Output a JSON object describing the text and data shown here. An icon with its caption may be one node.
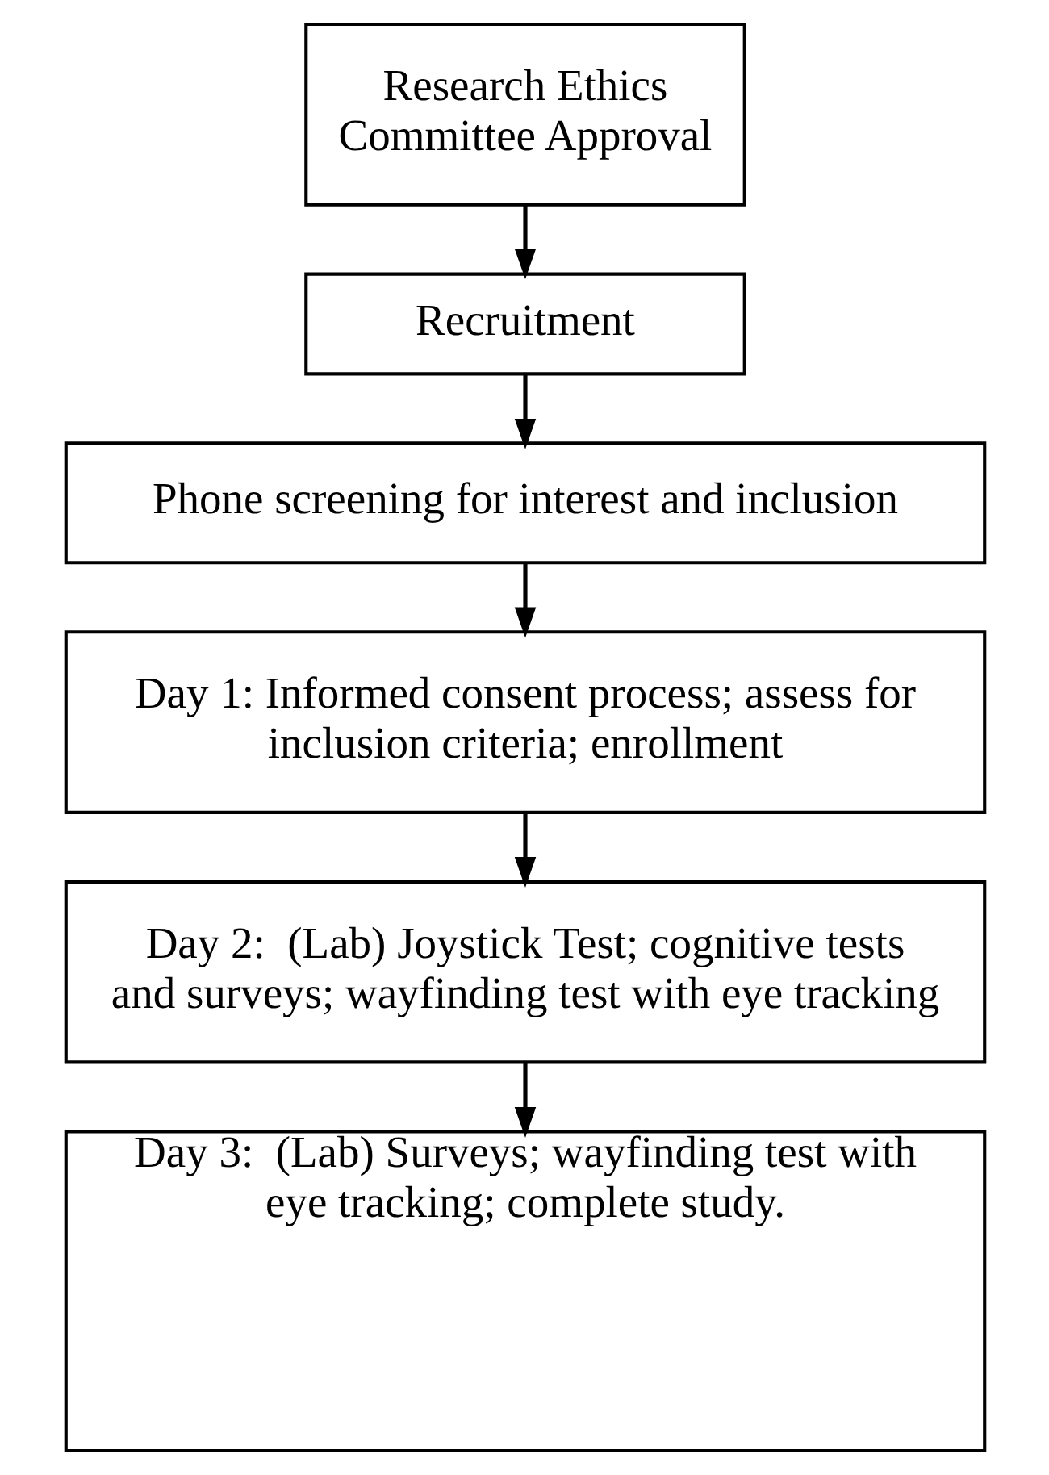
{
  "diagram": {
    "nodes": [
      {
        "text": [
          "Research Ethics Committee Approval"
        ]
      },
      {
        "text": [
          "Recruitment"
        ]
      },
      {
        "text": [
          "Phone screening for interest and inclusion"
        ]
      },
      {
        "text": [
          "Day 1: Informed consent process; assess for inclusion criteria; enrollment"
        ]
      },
      {
        "text": [
          "Day 2:  (Lab) Joystick Test; cognitive tests and surveys; wayfinding test with eye tracking"
        ]
      },
      {
        "text": [
          "Day 3:  (Lab) Surveys; wayfinding test with eye tracking; complete study."
        ]
      }
    ],
    "edges": [
      {
        "from": 0,
        "to": 1,
        "arrow": "to"
      },
      {
        "from": 1,
        "to": 2,
        "arrow": "to"
      },
      {
        "from": 2,
        "to": 3,
        "arrow": "to"
      },
      {
        "from": 3,
        "to": 4,
        "arrow": "to"
      },
      {
        "from": 4,
        "to": 5,
        "arrow": "to"
      }
    ]
  }
}
